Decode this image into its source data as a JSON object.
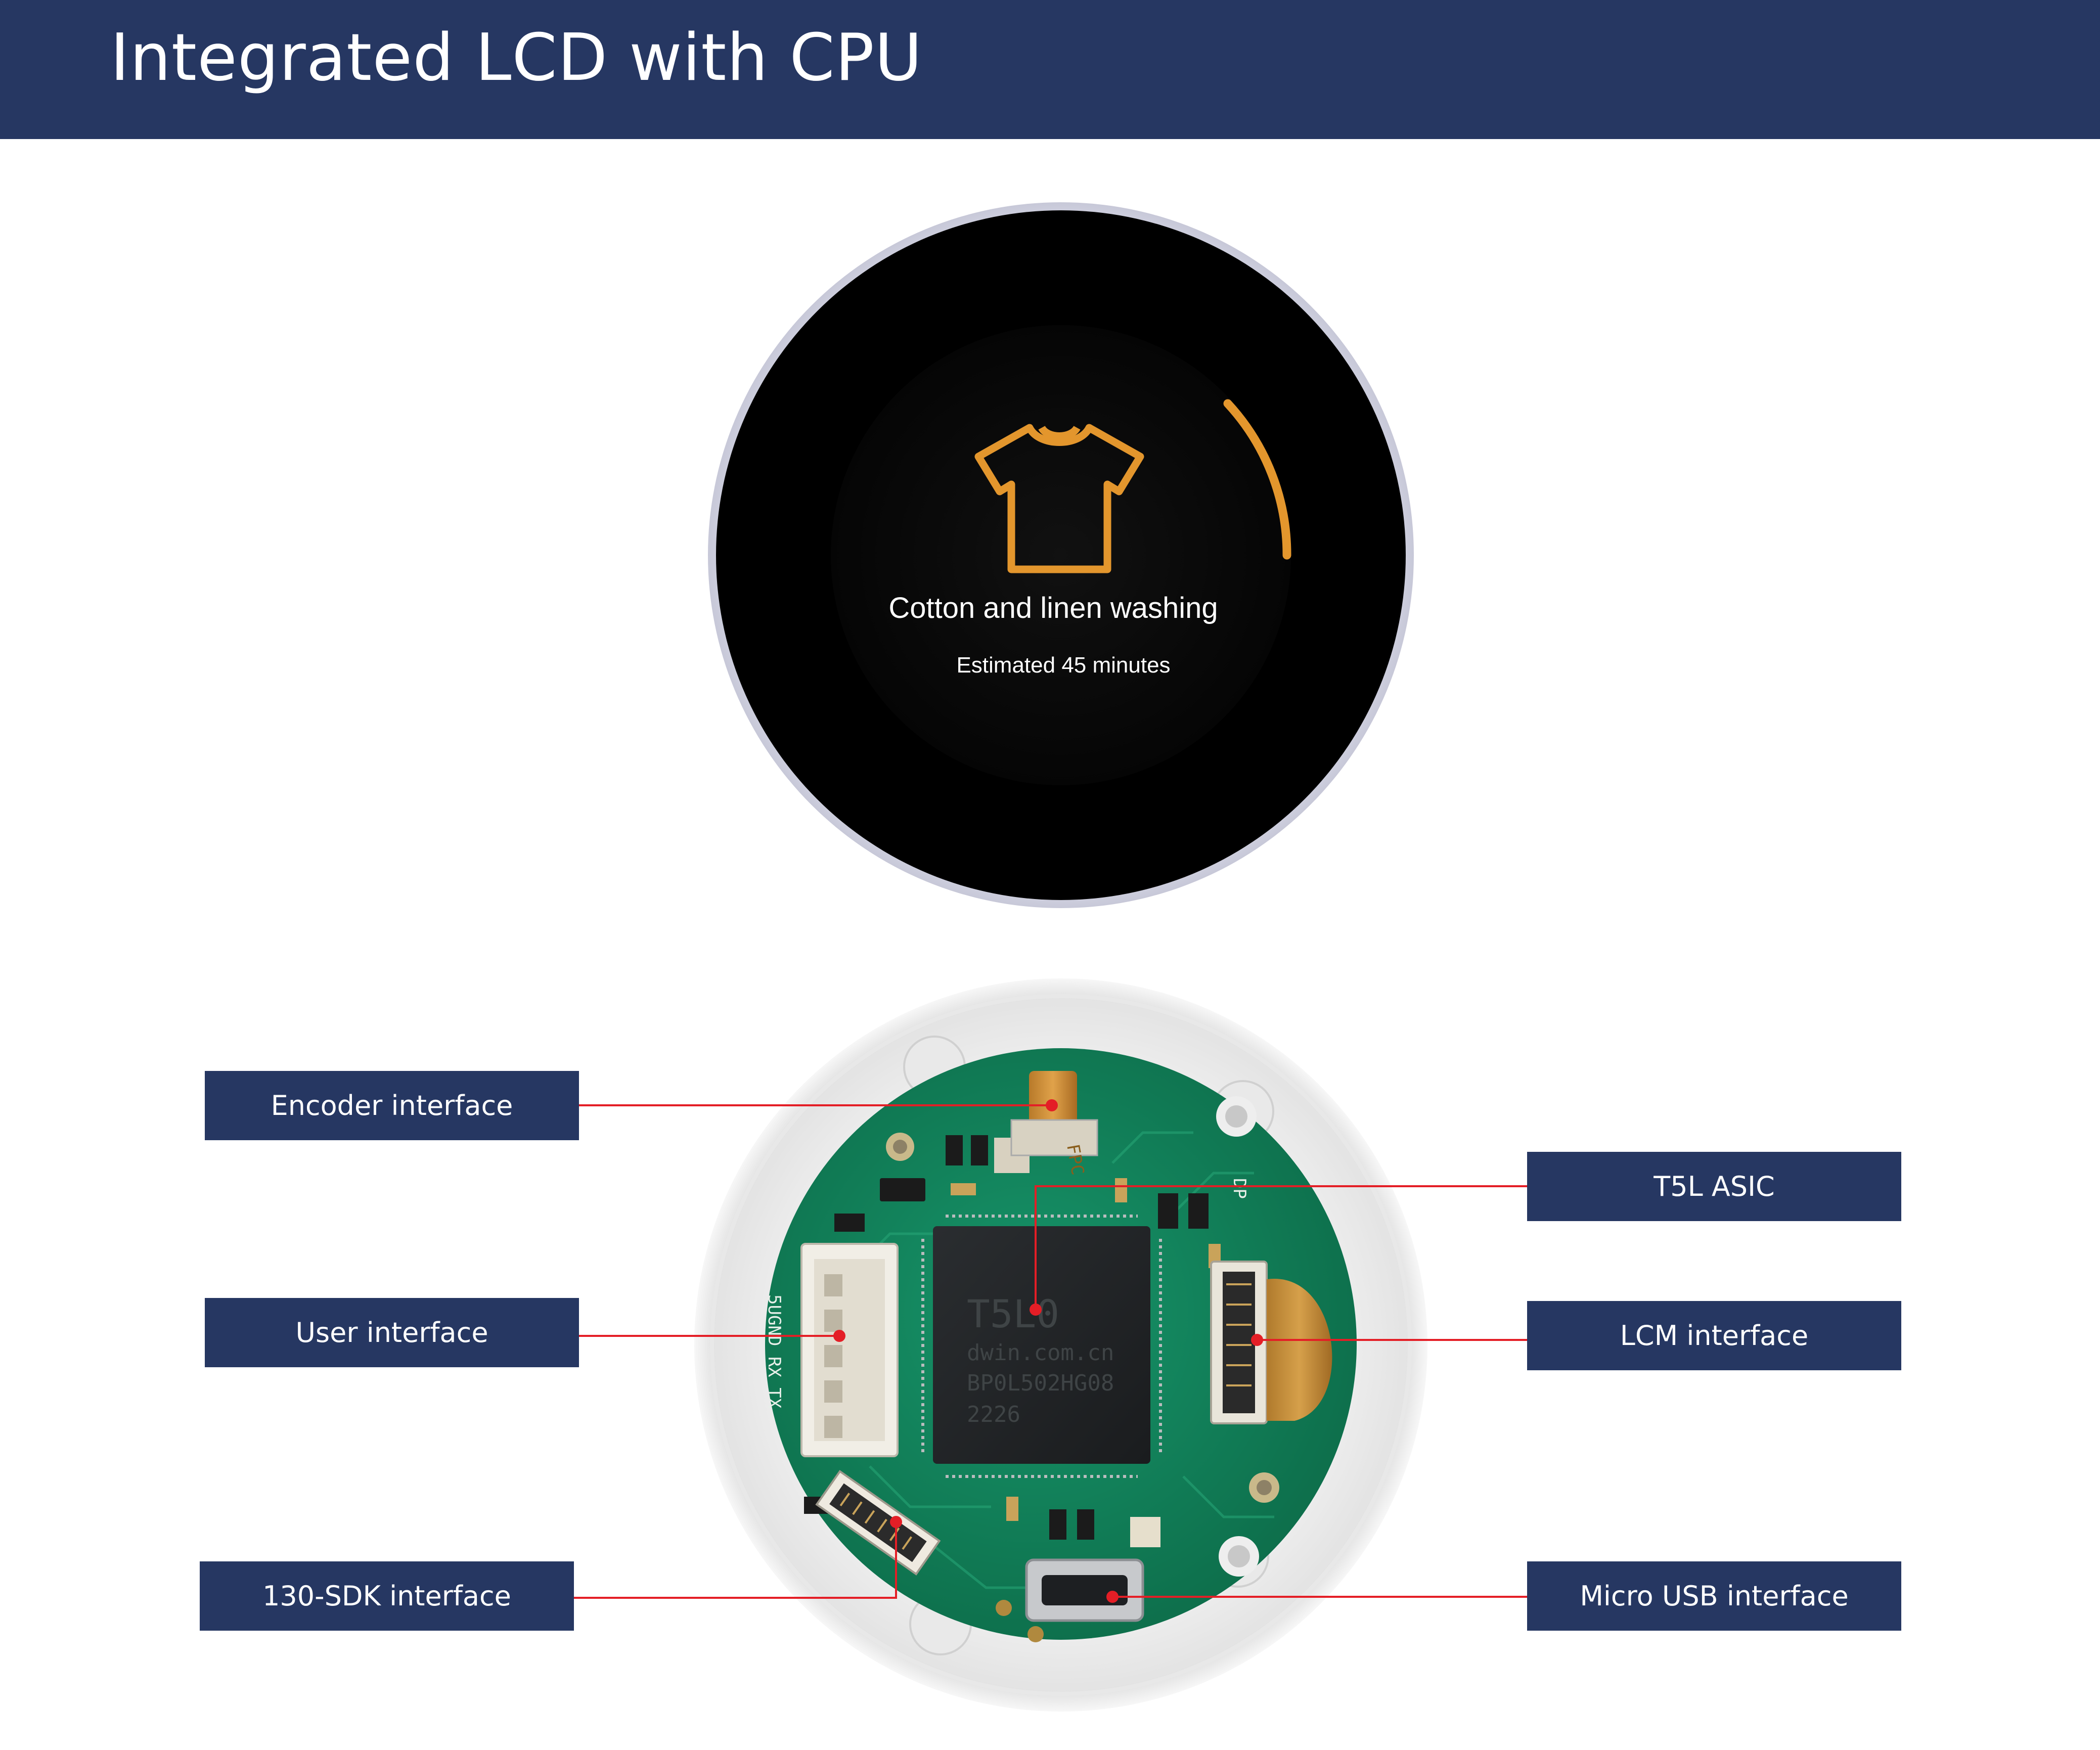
{
  "header": {
    "title": "Integrated LCD with CPU"
  },
  "screen": {
    "program_name": "Cotton and linen washing",
    "estimate": "Estimated 45 minutes",
    "icon": "t-shirt-icon",
    "accent_color": "#e3962d",
    "progress_arc": "orange arc on right edge"
  },
  "pcb": {
    "chip_lines": [
      "T5L0",
      "dwin.com.cn",
      "BP0L502HG08",
      "2226"
    ],
    "silkscreen_left": "5UGND RX TX",
    "silkscreen_right": "DP",
    "fpc_label": "FPC"
  },
  "callouts": {
    "left": [
      {
        "label": "Encoder interface"
      },
      {
        "label": "User interface"
      },
      {
        "label": "130-SDK interface"
      }
    ],
    "right": [
      {
        "label": "T5L ASIC"
      },
      {
        "label": "LCM interface"
      },
      {
        "label": "Micro USB interface"
      }
    ]
  },
  "colors": {
    "header": "#263762",
    "leader_line": "#e41e26",
    "pcb": "#12865a"
  }
}
